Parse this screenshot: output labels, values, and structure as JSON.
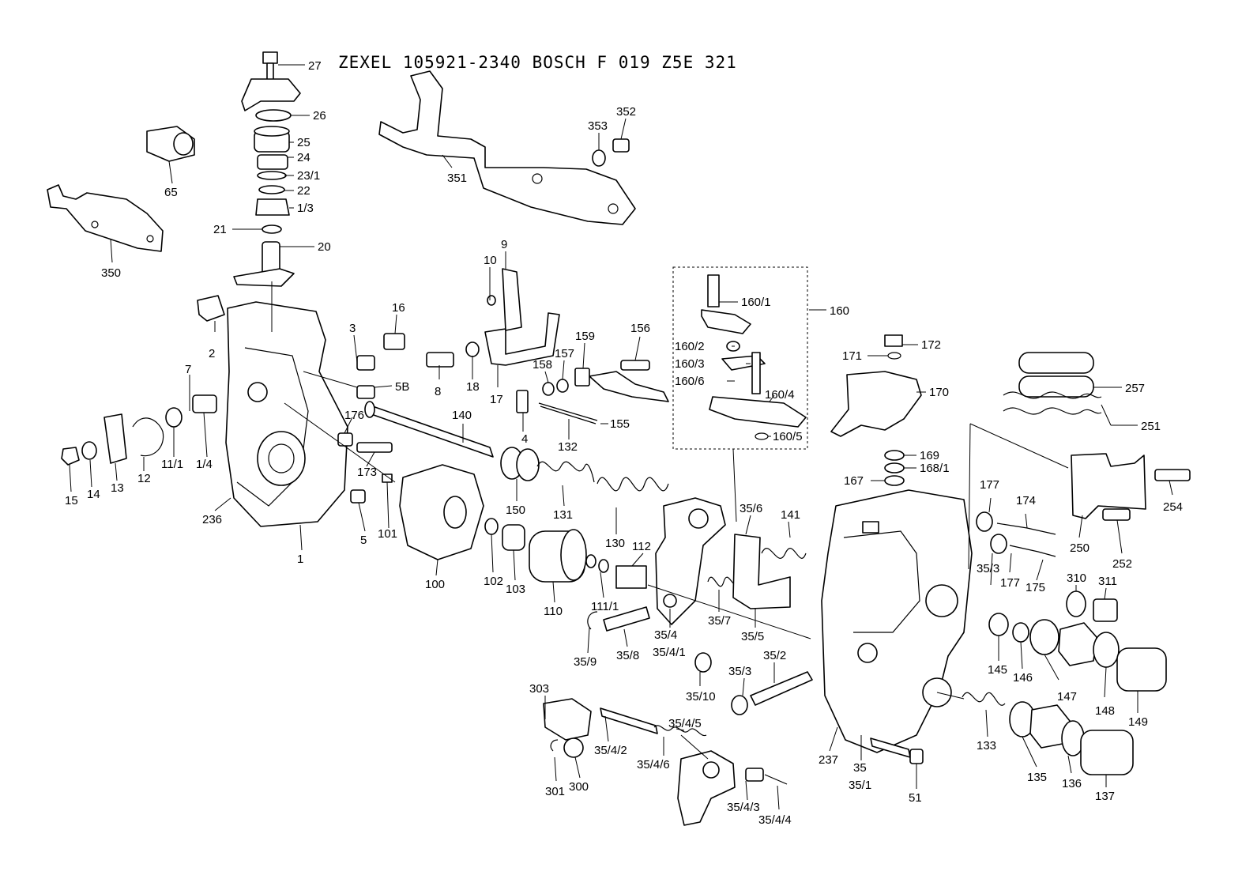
{
  "title": "ZEXEL  105921-2340  BOSCH  F 019 Z5E 321",
  "labels": {
    "p27": "27",
    "p26": "26",
    "p25": "25",
    "p24": "24",
    "p23_1": "23/1",
    "p22": "22",
    "p1_3": "1/3",
    "p21": "21",
    "p20": "20",
    "p65": "65",
    "p350": "350",
    "p351": "351",
    "p352": "352",
    "p353": "353",
    "p2": "2",
    "p3": "3",
    "p16": "16",
    "p10": "10",
    "p9": "9",
    "p7": "7",
    "p5B": "5B",
    "p8": "8",
    "p18": "18",
    "p17": "17",
    "p158": "158",
    "p157": "157",
    "p159": "159",
    "p156": "156",
    "p176": "176",
    "p140": "140",
    "p4": "4",
    "p132": "132",
    "p155": "155",
    "p15": "15",
    "p14": "14",
    "p13": "13",
    "p12": "12",
    "p11_1": "11/1",
    "p1_4": "1/4",
    "p236": "236",
    "p173": "173",
    "p1": "1",
    "p5": "5",
    "p101": "101",
    "p100": "100",
    "p150": "150",
    "p131": "131",
    "p130": "130",
    "p112": "112",
    "p102": "102",
    "p103": "103",
    "p110": "110",
    "p111_1": "111/1",
    "p35_9": "35/9",
    "p35_8": "35/8",
    "p35_4": "35/4",
    "p35_4_1": "35/4/1",
    "p35_7": "35/7",
    "p35_5": "35/5",
    "p35_6": "35/6",
    "p141": "141",
    "p160": "160",
    "p160_1": "160/1",
    "p160_2": "160/2",
    "p160_3": "160/3",
    "p160_6": "160/6",
    "p160_4": "160/4",
    "p160_5": "160/5",
    "p172": "172",
    "p171": "171",
    "p170": "170",
    "p169": "169",
    "p168_1": "168/1",
    "p167": "167",
    "p257": "257",
    "p251": "251",
    "p254": "254",
    "p250": "250",
    "p252": "252",
    "p177a": "177",
    "p174": "174",
    "p35_3a": "35/3",
    "p177b": "177",
    "p175": "175",
    "p310": "310",
    "p311": "311",
    "p145": "145",
    "p146": "146",
    "p147": "147",
    "p148": "148",
    "p149": "149",
    "p35_10": "35/10",
    "p35_3b": "35/3",
    "p35_2": "35/2",
    "p303": "303",
    "p35_4_5": "35/4/5",
    "p35_4_2": "35/4/2",
    "p35_4_6": "35/4/6",
    "p301": "301",
    "p300": "300",
    "p35_4_3": "35/4/3",
    "p35_4_4": "35/4/4",
    "p237": "237",
    "p35": "35",
    "p35_1": "35/1",
    "p51": "51",
    "p133": "133",
    "p135": "135",
    "p136": "136",
    "p137": "137"
  }
}
